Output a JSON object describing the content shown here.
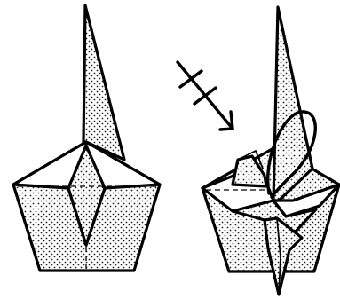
{
  "diagram": {
    "steps": [
      {
        "name": "step-before",
        "shape": "pentagon-base-with-tall-point"
      },
      {
        "name": "step-after",
        "shape": "pentagon-base-with-flap-pulled-down"
      }
    ],
    "symbols": [
      {
        "name": "fold-arrow",
        "kind": "valley-fold-arrow-with-ticks"
      },
      {
        "name": "loop-arrow",
        "kind": "curved-move-arrow"
      }
    ],
    "paper_texture": "dotted",
    "colors": {
      "line": "#000000",
      "paper": "#ffffff",
      "dots": "#222222"
    }
  }
}
